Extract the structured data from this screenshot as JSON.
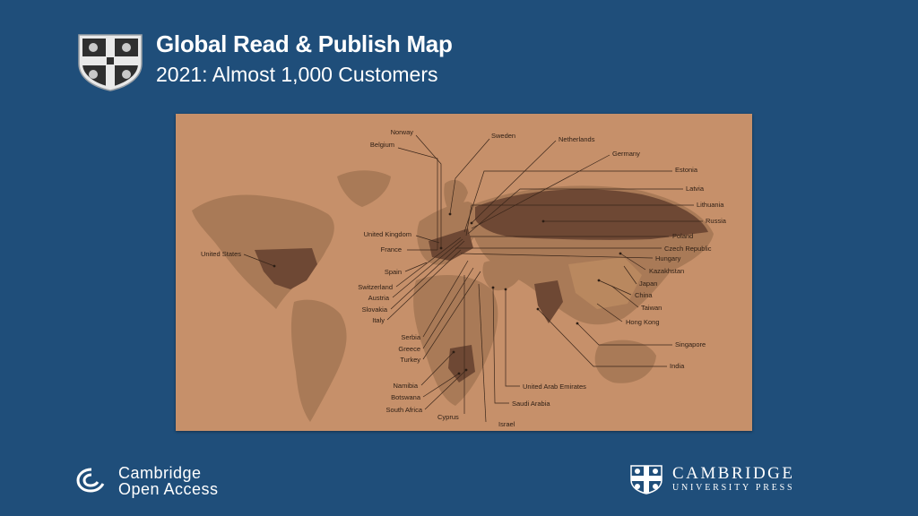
{
  "header": {
    "title": "Global Read & Publish Map",
    "subtitle": "2021: Almost 1,000 Customers"
  },
  "map": {
    "background_color": "#c6906a",
    "land_color": "#a97a57",
    "highlight_color": "#6e4834",
    "labels_left": {
      "norway": "Norway",
      "belgium": "Belgium",
      "united_kingdom": "United Kingdom",
      "france": "France",
      "united_states": "United States",
      "spain": "Spain",
      "switzerland": "Switzerland",
      "austria": "Austria",
      "slovakia": "Slovakia",
      "italy": "Italy",
      "serbia": "Serbia",
      "greece": "Greece",
      "turkey": "Turkey",
      "namibia": "Namibia",
      "botswana": "Botswana",
      "south_africa": "South Africa",
      "cyprus": "Cyprus",
      "israel": "Israel"
    },
    "labels_right": {
      "sweden": "Sweden",
      "netherlands": "Netherlands",
      "germany": "Germany",
      "estonia": "Estonia",
      "latvia": "Latvia",
      "lithuania": "Lithuania",
      "russia": "Russia",
      "poland": "Poland",
      "czech_republic": "Czech Republic",
      "hungary": "Hungary",
      "kazakhstan": "Kazakhstan",
      "japan": "Japan",
      "china": "China",
      "taiwan": "Taiwan",
      "hong_kong": "Hong Kong",
      "singapore": "Singapore",
      "india": "India",
      "uae": "United Arab Emirates",
      "saudi_arabia": "Saudi Arabia"
    }
  },
  "footer": {
    "left_logo_line1": "Cambridge",
    "left_logo_line2": "Open Access",
    "right_logo_line1": "CAMBRIDGE",
    "right_logo_line2": "UNIVERSITY PRESS",
    "logo_icon": "cambridge-shield-icon",
    "coa_icon": "open-access-swirl-icon"
  }
}
